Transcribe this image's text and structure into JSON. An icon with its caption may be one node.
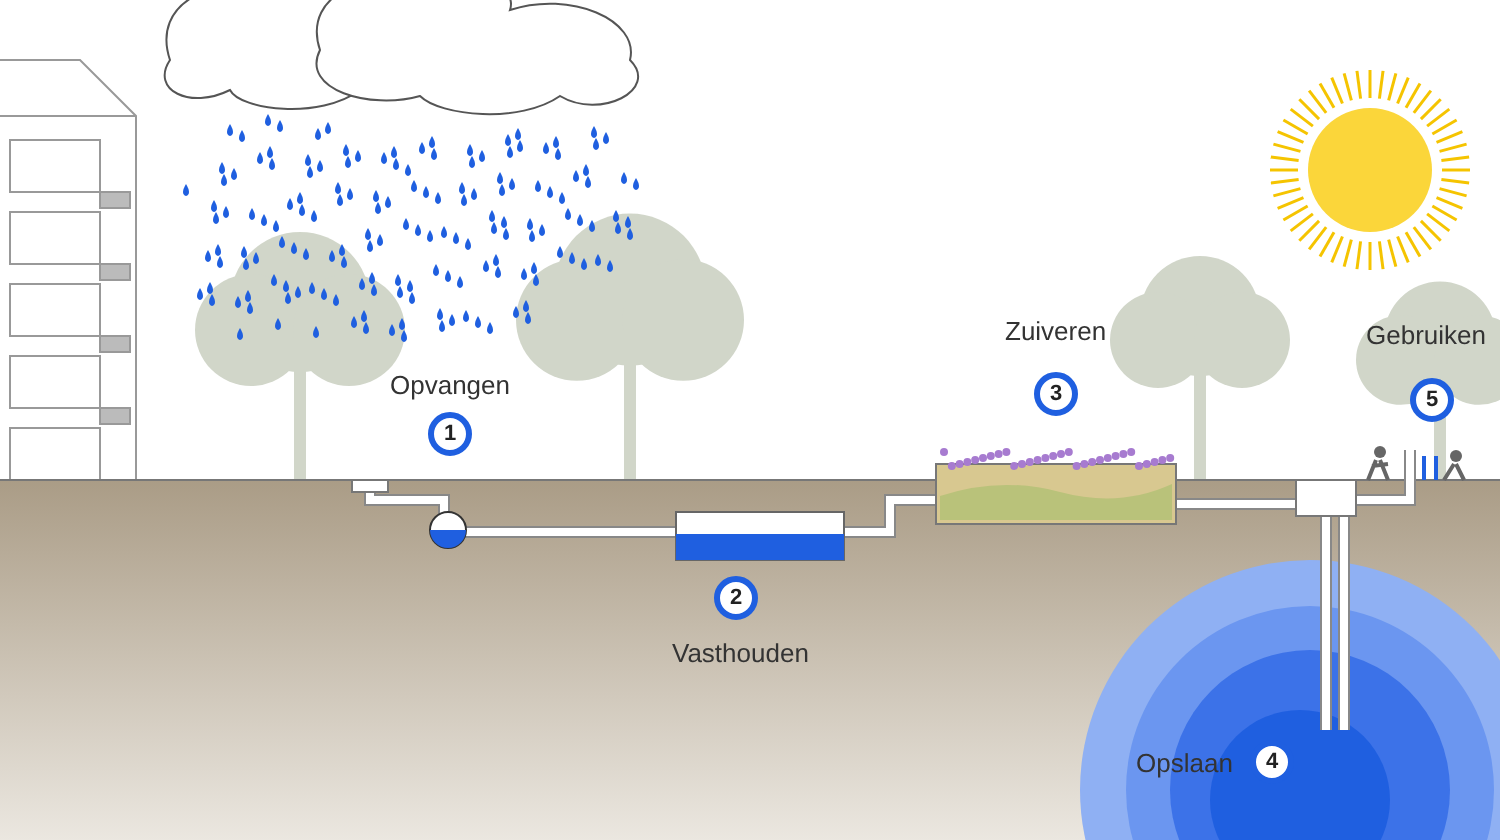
{
  "diagram": {
    "nodes": [
      {
        "text": [
          "1"
        ],
        "beside": [
          "Opvangen"
        ]
      },
      {
        "text": [
          "2"
        ],
        "beside": [
          "Vasthouden"
        ]
      },
      {
        "text": [
          "3"
        ],
        "beside": [
          "Zuiveren"
        ]
      },
      {
        "text": [
          "4"
        ],
        "beside": [
          "Opslaan"
        ]
      },
      {
        "text": [
          "5"
        ],
        "beside": [
          "Gebruiken"
        ]
      }
    ]
  }
}
